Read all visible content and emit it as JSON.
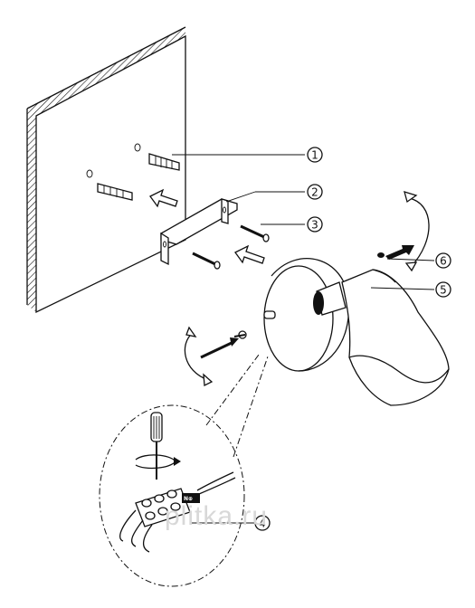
{
  "callouts": [
    {
      "id": "1",
      "label": "①"
    },
    {
      "id": "2",
      "label": "②"
    },
    {
      "id": "3",
      "label": "③"
    },
    {
      "id": "4",
      "label": "④"
    },
    {
      "id": "5",
      "label": "⑤"
    },
    {
      "id": "6",
      "label": "⑥"
    }
  ],
  "watermark": "plitka.ru",
  "terminal_marking": "N⊕"
}
